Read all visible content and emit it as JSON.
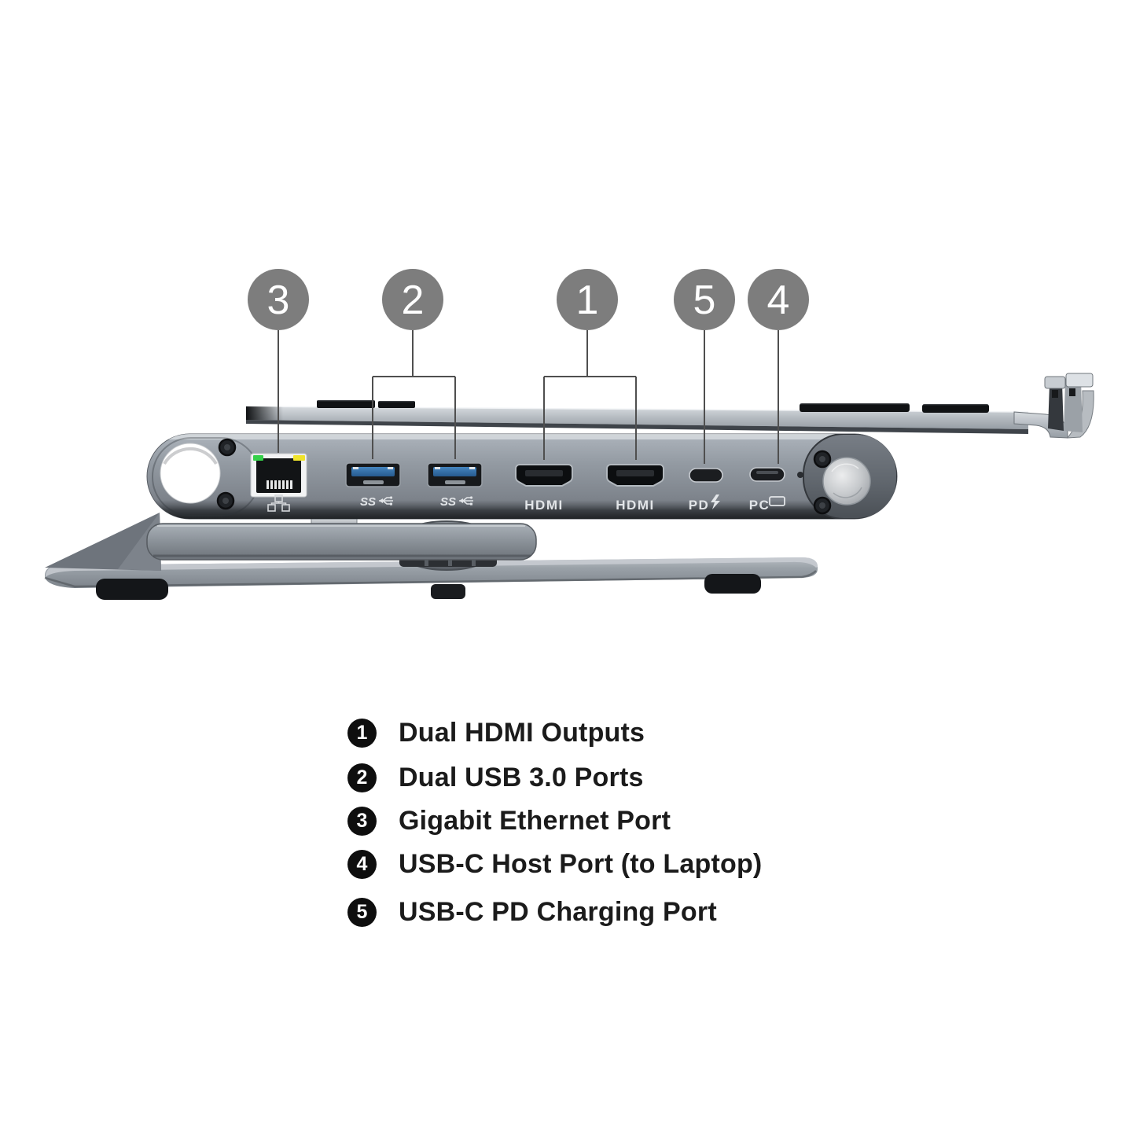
{
  "callouts": {
    "circle_color": "#7d7d7d",
    "items": [
      {
        "number": "3"
      },
      {
        "number": "2"
      },
      {
        "number": "1"
      },
      {
        "number": "5"
      },
      {
        "number": "4"
      }
    ]
  },
  "device": {
    "port_labels": {
      "hdmi_1": "HDMI",
      "hdmi_2": "HDMI",
      "usb_ss_1": "SS",
      "usb_ss_2": "SS",
      "pd": "PD",
      "pc": "PC"
    }
  },
  "legend": {
    "items": [
      {
        "number": "1",
        "label": "Dual HDMI Outputs"
      },
      {
        "number": "2",
        "label": "Dual USB 3.0 Ports"
      },
      {
        "number": "3",
        "label": "Gigabit Ethernet Port"
      },
      {
        "number": "4",
        "label": "USB-C Host Port (to Laptop)"
      },
      {
        "number": "5",
        "label": "USB-C PD Charging Port"
      }
    ]
  },
  "colors": {
    "callout_circle": "#7d7d7d",
    "legend_badge": "#0e0e0e",
    "usb_port_blue": "#2f6fa8",
    "ethernet_led_green": "#35d04a",
    "ethernet_led_yellow": "#efe32b",
    "legend_text": "#1b1b1b"
  }
}
